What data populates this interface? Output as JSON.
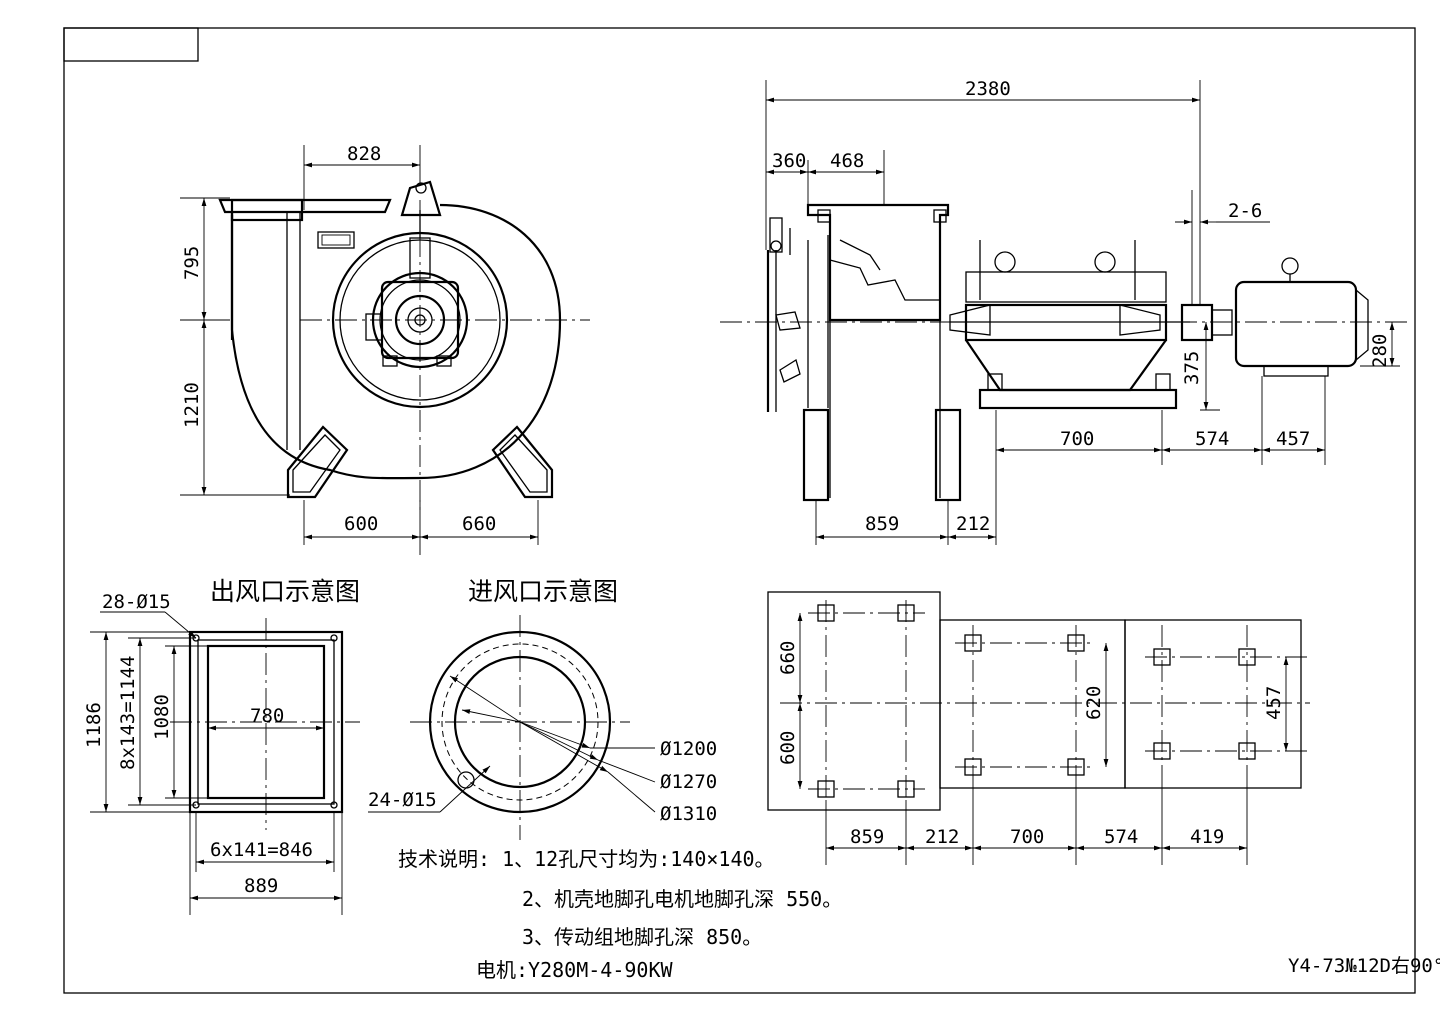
{
  "title_block": {
    "drawing_code": "Y4-73№12D右90°"
  },
  "front_view": {
    "dim_top": "828",
    "dim_upper": "795",
    "dim_lower": "1210",
    "dim_left_foot": "600",
    "dim_right_foot": "660"
  },
  "side_view": {
    "dim_overall": "2380",
    "dim_a": "360",
    "dim_b": "468",
    "dim_gap": "2-6",
    "dim_shaft_height": "375",
    "dim_motor_height": "280",
    "dim_base": "700",
    "dim_motor_a": "574",
    "dim_motor_b": "457",
    "dim_casing": "859",
    "dim_offset": "212"
  },
  "outlet_view": {
    "label": "出风口示意图",
    "holes": "28-Ø15",
    "dim_outer_h": "1186",
    "dim_pitch_v": "8x143=1144",
    "dim_inner_h": "1080",
    "dim_inner_w": "780",
    "dim_pitch_h": "6x141=846",
    "dim_outer_w": "889"
  },
  "inlet_view": {
    "label": "进风口示意图",
    "holes": "24-Ø15",
    "d1": "Ø1200",
    "d2": "Ø1270",
    "d3": "Ø1310"
  },
  "foundation_plan": {
    "dim_v1": "660",
    "dim_v2": "600",
    "dim_v3": "620",
    "dim_v4": "457",
    "dim_h": [
      "859",
      "212",
      "700",
      "574",
      "419"
    ]
  },
  "notes": {
    "heading": "技术说明: 1、12孔尺寸均为:140×140。",
    "line2": "2、机壳地脚孔电机地脚孔深 550。",
    "line3": "3、传动组地脚孔深 850。",
    "motor": "电机:Y280M-4-90KW"
  }
}
